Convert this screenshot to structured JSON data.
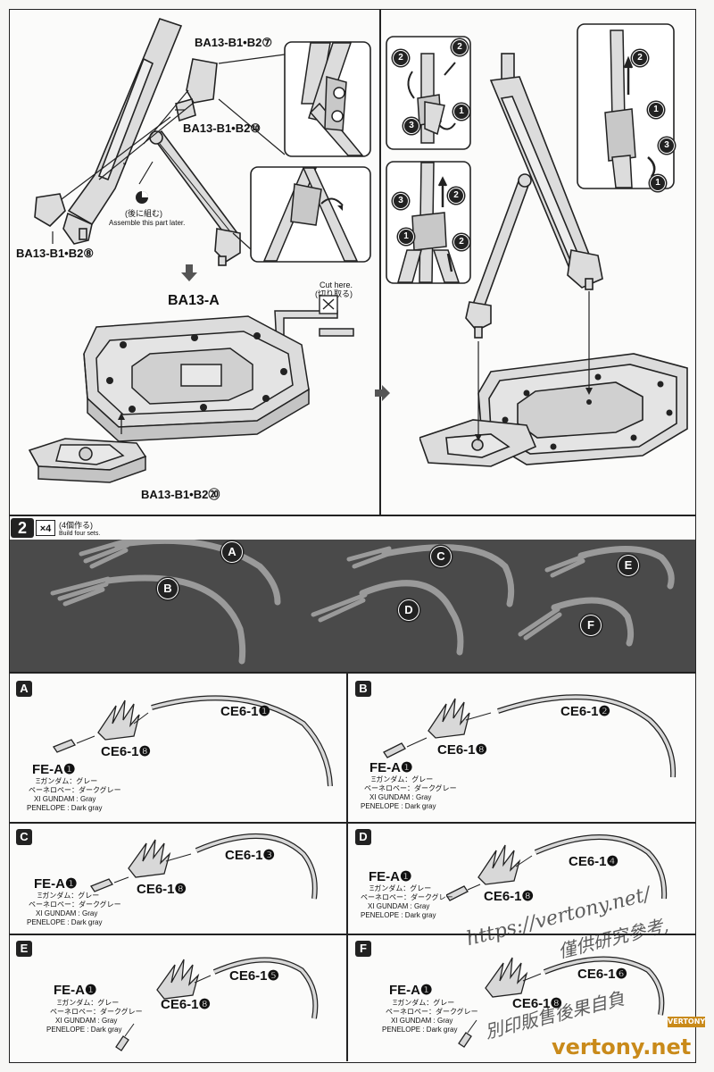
{
  "top_section": {
    "left_labels": {
      "part_b2_7": "BA13-B1•B2⑦",
      "part_b2_10": "BA13-B1•B2⑩",
      "part_b2_8": "BA13-B1•B2⑧",
      "assemble_later_ja": "(後に組む)",
      "assemble_later_en": "Assemble this part later."
    },
    "base_labels": {
      "base_title": "BA13-A",
      "cut_here_en": "Cut here.",
      "cut_here_ja": "(切り取る)",
      "part_b2_20": "BA13-B1•B2⑳"
    },
    "right_numbers": {
      "top_left_box": [
        "2",
        "2",
        "1",
        "3"
      ],
      "mid_left_box": [
        "3",
        "2",
        "1",
        "2"
      ],
      "right_box": [
        "1",
        "2",
        "3",
        "1"
      ]
    }
  },
  "step2": {
    "step_number": "2",
    "multiplier": "×4",
    "build_ja": "(4個作る)",
    "build_en": "Build four sets.",
    "overview_labels": [
      "A",
      "B",
      "C",
      "D",
      "E",
      "F"
    ]
  },
  "panels": [
    {
      "letter": "A",
      "part_main": "CE6-1❶",
      "part_sub": "CE6-1❽",
      "part_fe": "FE-A❶"
    },
    {
      "letter": "B",
      "part_main": "CE6-1❷",
      "part_sub": "CE6-1❽",
      "part_fe": "FE-A❶"
    },
    {
      "letter": "C",
      "part_main": "CE6-1❸",
      "part_sub": "CE6-1❽",
      "part_fe": "FE-A❶"
    },
    {
      "letter": "D",
      "part_main": "CE6-1❹",
      "part_sub": "CE6-1❽",
      "part_fe": "FE-A❶"
    },
    {
      "letter": "E",
      "part_main": "CE6-1❺",
      "part_sub": "CE6-1❽",
      "part_fe": "FE-A❶"
    },
    {
      "letter": "F",
      "part_main": "CE6-1❻",
      "part_sub": "CE6-1❽",
      "part_fe": "FE-A❶"
    }
  ],
  "color_notes": {
    "line1": "Ξガンダム：グレー",
    "line2": "ペーネロペー：ダークグレー",
    "line3": "XI GUNDAM : Gray",
    "line4": "PENELOPE : Dark gray"
  },
  "watermark": {
    "url": "https://vertony.net/",
    "cn1": "僅供研究參考,",
    "cn2": "別印販售後果自負",
    "brand": "vertony.net",
    "badge": "VERTONY"
  },
  "colors": {
    "line": "#222222",
    "part_fill": "#dcdcdc",
    "panel_dark": "#4a4a4a",
    "brand": "#c98a1a"
  }
}
